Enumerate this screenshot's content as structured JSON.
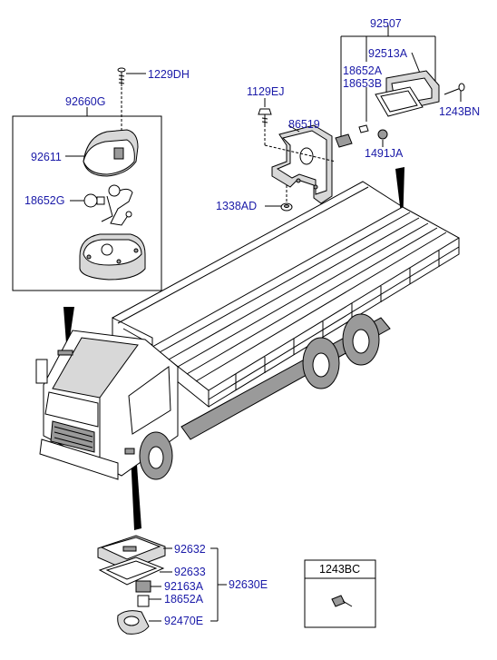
{
  "callouts": {
    "c92507": "92507",
    "c92513A": "92513A",
    "c18652A_top": "18652A",
    "c18653B": "18653B",
    "c1243BN": "1243BN",
    "c1491JA": "1491JA",
    "c1129EJ": "1129EJ",
    "c86519": "86519",
    "c1338AD": "1338AD",
    "c1229DH": "1229DH",
    "c92660G": "92660G",
    "c92611": "92611",
    "c18652G": "18652G",
    "c92632": "92632",
    "c92633": "92633",
    "c92163A": "92163A",
    "c18652A_bottom": "18652A",
    "c92470E": "92470E",
    "c92630E": "92630E",
    "c1243BC": "1243BC"
  }
}
